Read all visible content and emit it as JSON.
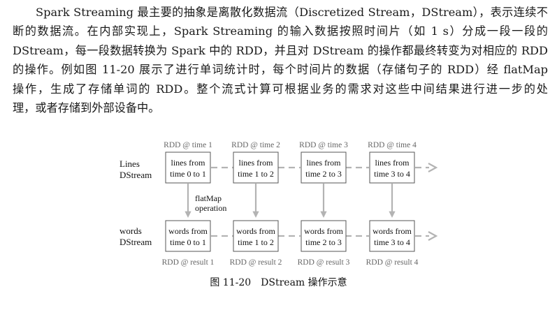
{
  "paragraph": {
    "lines": [
      "Spark Streaming 最主要的抽象是离散化数据流（Discretized Stream，DStream），表示连续不",
      "断的数据流。在内部实现上，Spark Streaming 的输入数据按照时间片（如 1 s）分成一段一段的",
      "DStream，每一段数据转换为 Spark 中的 RDD，并且对 DStream 的操作都最终转变为对相应的 RDD",
      "的操作。例如图 11-20 展示了进行单词统计时，每个时间片的数据（存储句子的 RDD）经 flatMap",
      "操作，生成了存储单词的 RDD。整个流式计算可根据业务的需求对这些中间结果进行进一步的处",
      "理，或者存储到外部设备中。"
    ]
  },
  "figure": {
    "row_labels": {
      "lines": [
        "Lines",
        "DStream"
      ],
      "words": [
        "words",
        "DStream"
      ]
    },
    "top_labels": [
      "RDD @ time 1",
      "RDD @ time 2",
      "RDD @ time 3",
      "RDD @ time 4"
    ],
    "top_boxes": [
      [
        "lines from",
        "time 0 to 1"
      ],
      [
        "lines from",
        "time 1 to 2"
      ],
      [
        "lines from",
        "time 2 to 3"
      ],
      [
        "lines from",
        "time 3 to 4"
      ]
    ],
    "bottom_boxes": [
      [
        "words from",
        "time 0 to 1"
      ],
      [
        "words from",
        "time 1 to 2"
      ],
      [
        "words from",
        "time 2 to 3"
      ],
      [
        "words from",
        "time 3 to 4"
      ]
    ],
    "bottom_labels": [
      "RDD @ result 1",
      "RDD @ result 2",
      "RDD @ result 3",
      "RDD @ result 4"
    ],
    "operation_label": [
      "flatMap",
      "operation"
    ],
    "caption": "图 11-20　DStream 操作示意",
    "colors": {
      "arrow": "#b3b3b3",
      "box_border": "#555555",
      "label_gray": "#666666"
    }
  }
}
